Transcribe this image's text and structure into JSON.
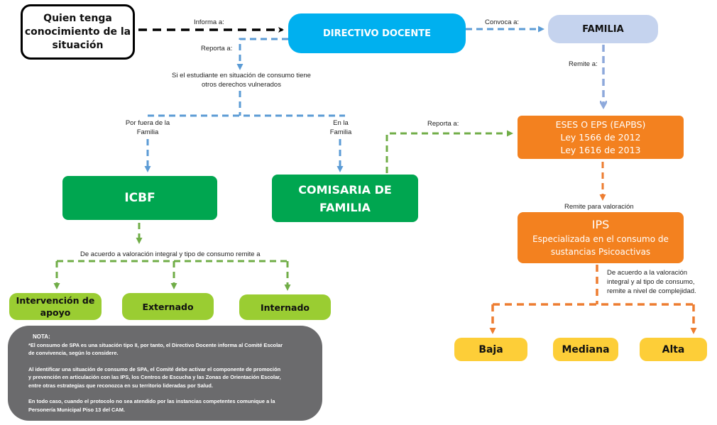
{
  "colors": {
    "directivo": "#00b0ef",
    "familia": "#c5d3ee",
    "orange": "#f3811f",
    "green": "#00a650",
    "lime": "#9acd32",
    "yellow": "#fdce38",
    "note_bg": "#6b6b6d",
    "blue_connector": "#5b9bd5",
    "green_connector": "#70ad47",
    "orange_connector": "#ed7d31",
    "familia_connector": "#8ea9db"
  },
  "nodes": {
    "quien": {
      "lines": [
        "Quien tenga",
        "conocimiento de la",
        "situación"
      ]
    },
    "directivo": {
      "label": "DIRECTIVO DOCENTE"
    },
    "familia": {
      "label": "FAMILIA"
    },
    "eses": {
      "lines": [
        "ESES O EPS (EAPBS)",
        "Ley 1566 de 2012",
        "Ley 1616 de 2013"
      ]
    },
    "ips": {
      "title": "IPS",
      "lines": [
        "Especializada en el consumo de",
        "sustancias Psicoactivas"
      ]
    },
    "icbf": {
      "label": "ICBF"
    },
    "comisaria": {
      "lines": [
        "COMISARIA DE",
        "FAMILIA"
      ]
    },
    "apoyo": {
      "lines": [
        "Intervención de",
        "apoyo"
      ]
    },
    "externado": {
      "label": "Externado"
    },
    "internado": {
      "label": "Internado"
    },
    "baja": {
      "label": "Baja"
    },
    "mediana": {
      "label": "Mediana"
    },
    "alta": {
      "label": "Alta"
    }
  },
  "edge_labels": {
    "informa": "Informa a:",
    "reporta_directivo": "Reporta a:",
    "convoca": "Convoca a:",
    "remite_familia": "Remite a:",
    "derechos": [
      "Si el estudiante en situación de consumo tiene",
      "otros derechos vulnerados"
    ],
    "por_fuera": [
      "Por fuera de la",
      "Familia"
    ],
    "en_la": [
      "En la",
      "Familia"
    ],
    "reporta_comisaria": "Reporta a:",
    "remite_valoracion": "Remite para valoración",
    "icbf_remite": "De acuerdo a valoración integral y tipo de consumo remite a",
    "ips_remite": [
      "De acuerdo a la valoración",
      "integral y al tipo de consumo,",
      "remite a nivel de complejidad."
    ]
  },
  "note": {
    "title": "NOTA:",
    "paragraphs": [
      [
        "*El consumo de SPA es una situación tipo II, por tanto, el Directivo Docente informa al Comité Escolar",
        "de convivencia, según lo considere."
      ],
      [
        "Al identificar una situación de consumo de SPA, el Comité debe activar el componente de promoción",
        "y prevención en articulación con las IPS, los Centros de Escucha y las Zonas de Orientación Escolar,",
        "entre otras estrategias que reconozca en su territorio lideradas por Salud."
      ],
      [
        "En todo caso, cuando el protocolo no sea atendido por las instancias competentes comunique a la",
        "Personería Municipal Piso 13 del CAM."
      ]
    ]
  }
}
